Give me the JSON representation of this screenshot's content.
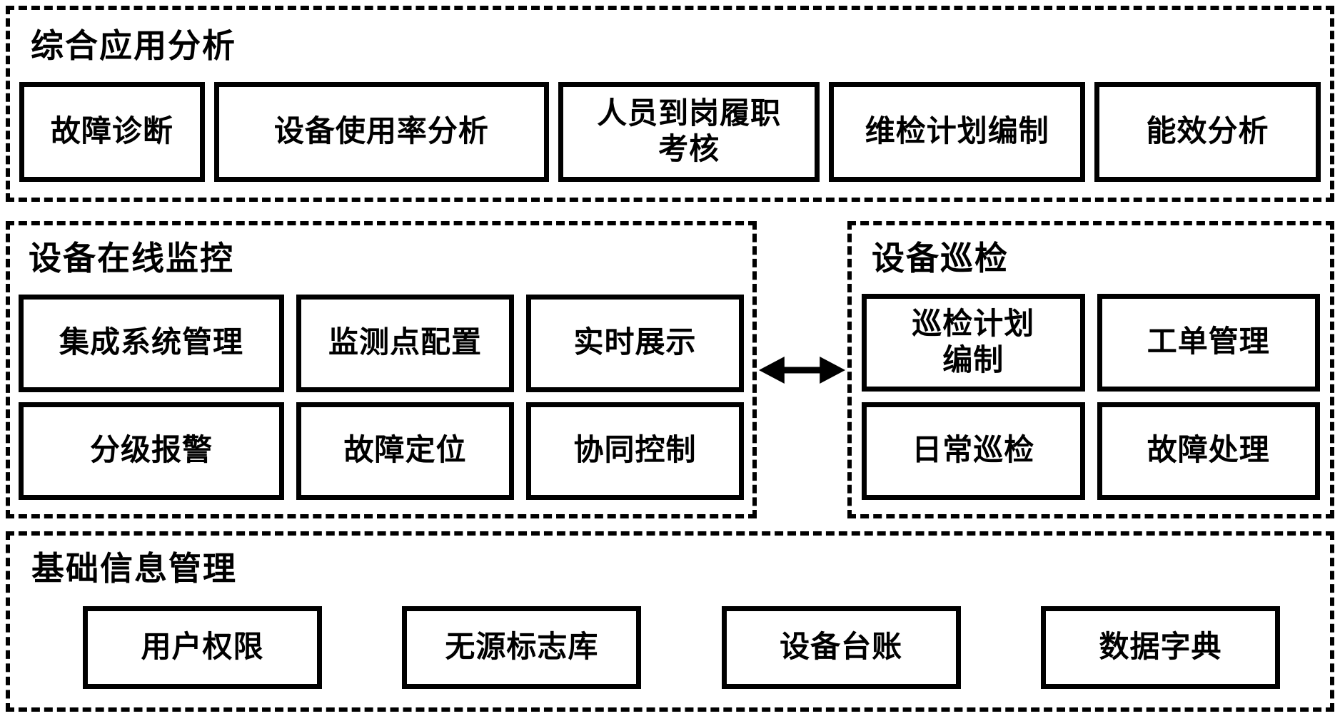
{
  "page": {
    "background": "#ffffff",
    "foreground": "#000000"
  },
  "sections": {
    "analysis": {
      "title": "综合应用分析",
      "boxes": [
        "故障诊断",
        "设备使用率分析",
        "人员到岗履职\n考核",
        "维检计划编制",
        "能效分析"
      ]
    },
    "monitoring": {
      "title": "设备在线监控",
      "boxes": [
        "集成系统管理",
        "监测点配置",
        "实时展示",
        "分级报警",
        "故障定位",
        "协同控制"
      ]
    },
    "inspection": {
      "title": "设备巡检",
      "boxes": [
        "巡检计划\n编制",
        "工单管理",
        "日常巡检",
        "故障处理"
      ]
    },
    "basic": {
      "title": "基础信息管理",
      "boxes": [
        "用户权限",
        "无源标志库",
        "设备台账",
        "数据字典"
      ]
    }
  },
  "connector": {
    "type": "double-headed-arrow",
    "between": [
      "设备在线监控",
      "设备巡检"
    ]
  }
}
